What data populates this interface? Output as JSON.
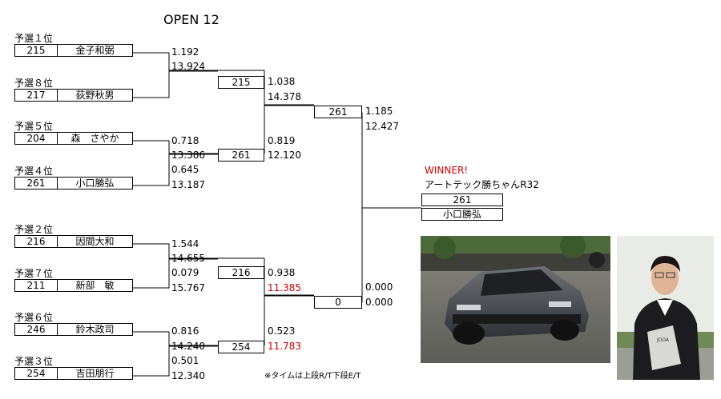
{
  "title": "OPEN 12",
  "seeds": [
    {
      "rank": "予選１位",
      "no": "215",
      "name": "金子和弼"
    },
    {
      "rank": "予選８位",
      "no": "217",
      "name": "荻野秋男"
    },
    {
      "rank": "予選５位",
      "no": "204",
      "name": "森　さやか"
    },
    {
      "rank": "予選４位",
      "no": "261",
      "name": "小口勝弘"
    },
    {
      "rank": "予選２位",
      "no": "216",
      "name": "因間大和"
    },
    {
      "rank": "予選７位",
      "no": "211",
      "name": "新部　敏"
    },
    {
      "rank": "予選６位",
      "no": "246",
      "name": "鈴木政司"
    },
    {
      "rank": "予選３位",
      "no": "254",
      "name": "吉田朋行"
    }
  ],
  "round1_times": {
    "m1_top_r": "1.192",
    "m1_top_t": "13.924",
    "m1_bot_r": "",
    "m1_bot_t": "",
    "m2_top_r": "0.718",
    "m2_top_t": "13.386",
    "m2_bot_r": "0.645",
    "m2_bot_t": "13.187",
    "m3_top_r": "1.544",
    "m3_top_t": "14.655",
    "m3_bot_r": "0.079",
    "m3_bot_t": "15.767",
    "m4_top_r": "0.816",
    "m4_top_t": "14.240",
    "m4_bot_r": "0.501",
    "m4_bot_t": "12.340"
  },
  "round2": {
    "a_no": "215",
    "a_r": "1.038",
    "a_t": "14.378",
    "b_no": "261",
    "b_r": "0.819",
    "b_t": "12.120",
    "c_no": "216",
    "c_r": "0.938",
    "c_t": "11.385",
    "d_no": "254",
    "d_r": "0.523",
    "d_t": "11.783"
  },
  "semis": {
    "top_no": "261",
    "top_r": "1.185",
    "top_t": "12.427",
    "bot_no": "0",
    "bot_r": "0.000",
    "bot_t": "0.000"
  },
  "winner": {
    "label": "WINNER!",
    "car": "アートテック勝ちゃんR32",
    "no": "261",
    "name": "小口勝弘"
  },
  "note": "※タイムは上段R/T下段E/T",
  "colors": {
    "highlight": "#d00000",
    "line": "#000000"
  },
  "photos": [
    "car-photo",
    "driver-photo"
  ]
}
